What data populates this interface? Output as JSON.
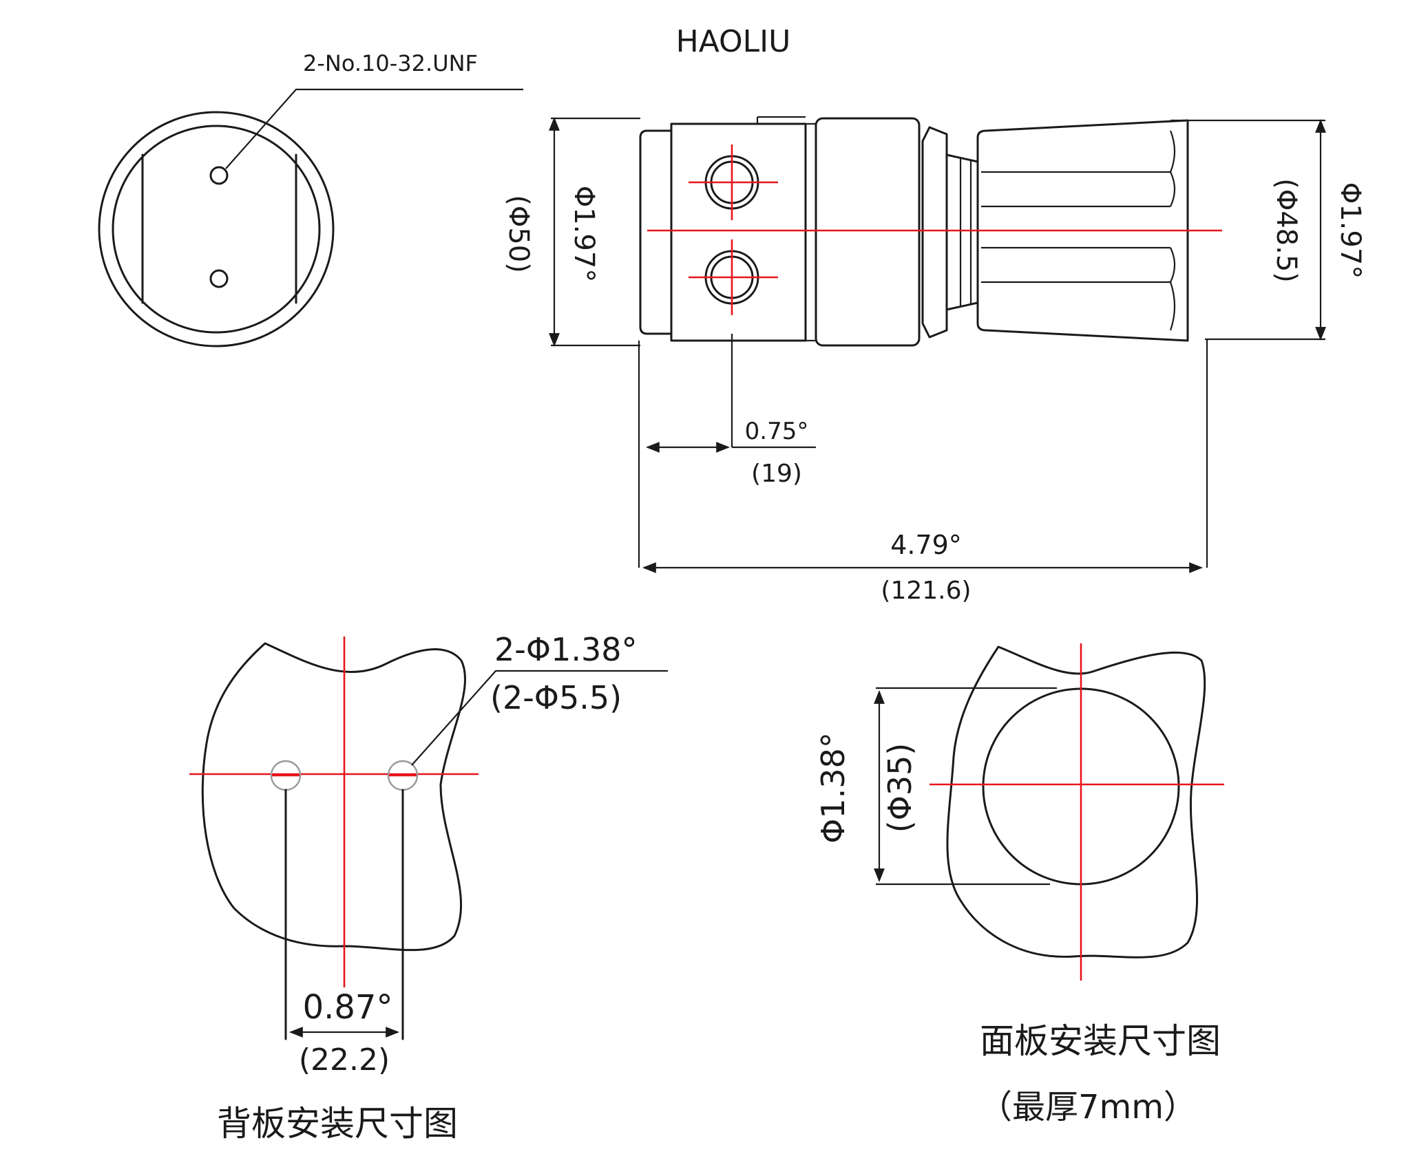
{
  "brand": "HAOLIU",
  "front_view": {
    "thread_label": "2-No.10-32.UNF"
  },
  "side_view": {
    "dia_left_inch": "Φ1.97°",
    "dia_left_mm": "(Φ50)",
    "dia_right_inch": "Φ1.97°",
    "dia_right_mm": "(Φ48.5)",
    "offset_inch": "0.75°",
    "offset_mm": "(19)",
    "length_inch": "4.79°",
    "length_mm": "(121.6)"
  },
  "back_panel": {
    "hole_inch": "2-Φ1.38°",
    "hole_mm": "(2-Φ5.5)",
    "spacing_inch": "0.87°",
    "spacing_mm": "(22.2)",
    "title": "背板安装尺寸图"
  },
  "front_panel": {
    "cutout_inch": "Φ1.38°",
    "cutout_mm": "(Φ35)",
    "title": "面板安装尺寸图",
    "note": "（最厚7mm）"
  },
  "colors": {
    "line": "#1a1a1a",
    "centerline": "#e8141b",
    "background": "#ffffff"
  }
}
